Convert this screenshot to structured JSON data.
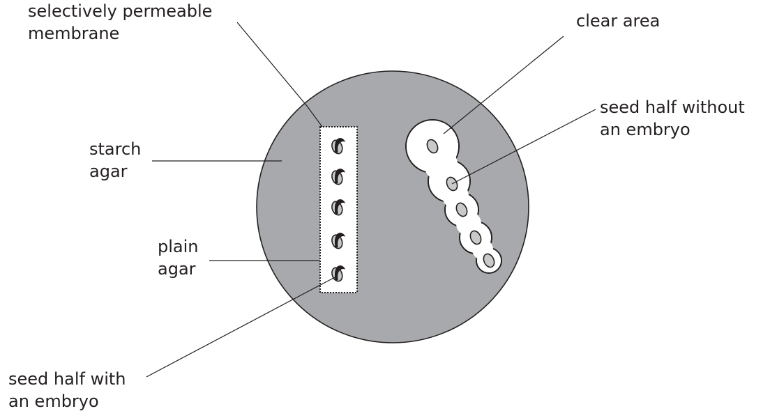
{
  "labels": {
    "membrane": [
      "selectively permeable",
      "membrane"
    ],
    "clear_area": [
      "clear area"
    ],
    "seed_without_embryo": [
      "seed half without",
      "an embryo"
    ],
    "starch_agar": [
      "starch",
      "agar"
    ],
    "plain_agar": [
      "plain",
      "agar"
    ],
    "seed_with_embryo": [
      "seed half with",
      "an embryo"
    ]
  },
  "colors": {
    "starch_agar": "#a7a9ac",
    "plain_agar": "#ffffff",
    "clear_area": "#ffffff",
    "seed": "#c9c9c9",
    "outline": "#231f20"
  },
  "counts": {
    "seeds_with_embryo": 5,
    "seeds_without_embryo": 5
  }
}
